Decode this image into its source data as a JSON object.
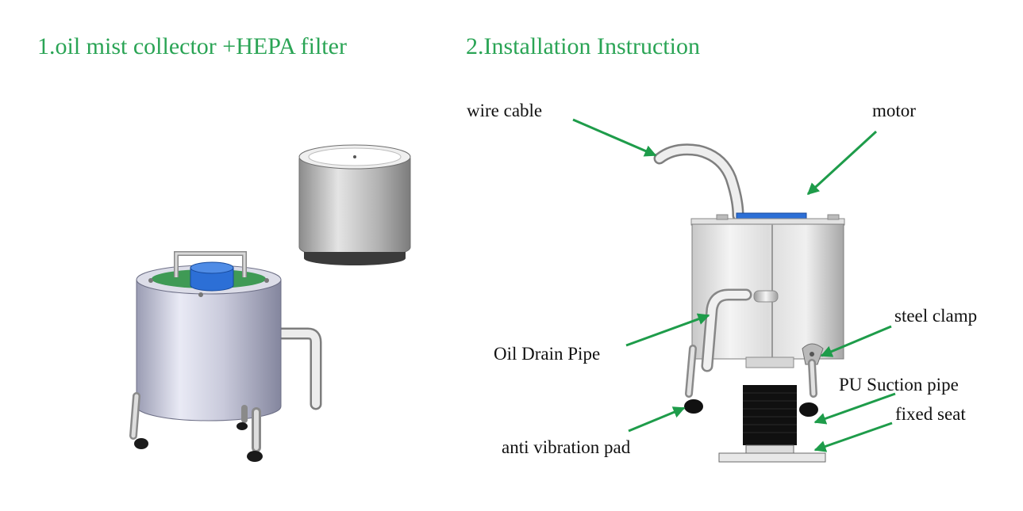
{
  "colors": {
    "heading": "#2aa455",
    "arrow": "#1e9c4a",
    "cylinder_light": "#ecedf6",
    "cylinder_dark": "#8e90a8",
    "filter_body": "#b5b5b5",
    "motor_blue": "#2c6fd6"
  },
  "section_1": {
    "heading": "1.oil mist collector +HEPA filter",
    "illustration": [
      "collector-unit",
      "hepa-filter"
    ]
  },
  "section_2": {
    "heading": "2.Installation Instruction",
    "labels": {
      "wire_cable": "wire cable",
      "motor": "motor",
      "steel_clamp": "steel clamp",
      "oil_drain_pipe": "Oil Drain Pipe",
      "pu_suction_pipe": "PU Suction pipe",
      "fixed_seat": "fixed seat",
      "anti_vibration_pad": "anti vibration pad"
    }
  }
}
